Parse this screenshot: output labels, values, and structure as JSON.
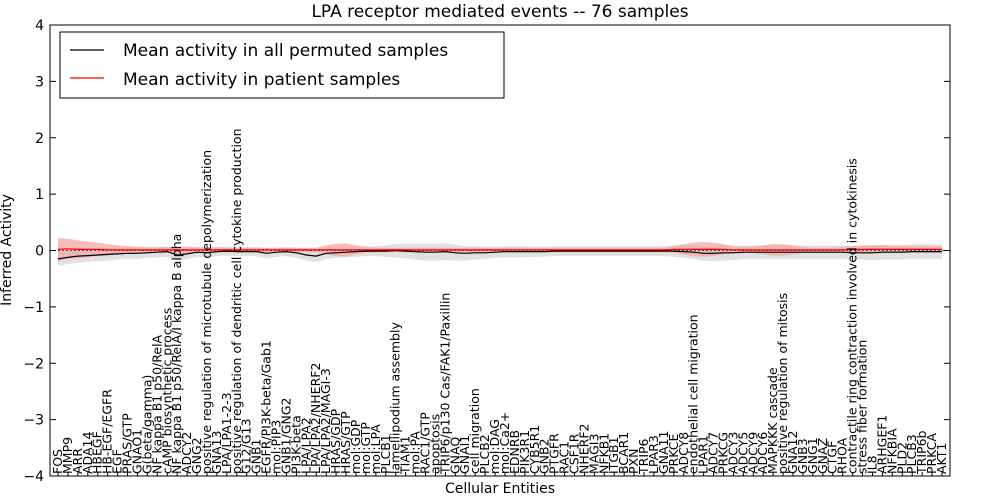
{
  "chart_data": {
    "type": "line",
    "title": "LPA receptor mediated events -- 76 samples",
    "xlabel": "Cellular Entities",
    "ylabel": "Inferred Activity",
    "ylim": [
      -4,
      4
    ],
    "yticks": [
      "−4",
      "−3",
      "−2",
      "−1",
      "0",
      "1",
      "2",
      "3",
      "4"
    ],
    "ytick_values": [
      -4,
      -3,
      -2,
      -1,
      0,
      1,
      2,
      3,
      4
    ],
    "grid": false,
    "legend_position": "top-left",
    "x": [
      "FOS",
      "MMP9",
      "ARR",
      "ADA14",
      "HBEGF",
      "HB-EGF/EGFR",
      "EGF",
      "PRAS/GTP",
      "GNAO1",
      "G(beta/gamma)",
      "NF kappa B1 p50/RelA",
      "cAMP biosynthetic process",
      "NF kappa B1 p50/RelA/I kappa B alpha",
      "ADCY2",
      "GNG2",
      "positive regulation of microtubule depolymerization",
      "GNA13",
      "LPA/LPA1-2-3",
      "positive regulation of dendritic cell cytokine production",
      "G12/G13",
      "GNB1",
      "EGFR/PI3K-beta/Gab1",
      "mol:PIP3",
      "GNB1/GNG2",
      "PI3K-beta",
      "LPA/LPA2",
      "LPA/LPA2/NHERF2",
      "LPA/LPA2/MAGI-3",
      "HRAS/GDP",
      "HRAS/GTP",
      "mol:GDP",
      "mol:GTP",
      "mol:LPA",
      "PLCB1",
      "lamellipodium assembly",
      "TIAM1",
      "mol:PA",
      "RAC1/GTP",
      "apoptosis",
      "TRIP6/p130 Cas/FAK1/Paxillin",
      "GNAQ",
      "GNAI1",
      "cell migration",
      "PLCB2",
      "mol:DAG",
      "mol:Ca2+",
      "EDNRB",
      "PIK3R1",
      "CYB5R1",
      "GNB2",
      "PTGFR",
      "RAC1",
      "CSF1R",
      "NHERF2",
      "MAGI3",
      "NFKB1",
      "ITGB1",
      "BCAR1",
      "PXN",
      "TRIP6",
      "LPAR3",
      "GNA11",
      "PRKCE",
      "ADCY8",
      "endothelial cell migration",
      "LPAR1",
      "ADCY7",
      "PRKCG",
      "ADCY3",
      "ADCY5",
      "ADCY9",
      "ADCY6",
      "MAPKKK cascade",
      "positive regulation of mitosis",
      "GNA12",
      "GNB3",
      "GNG1",
      "GNAZ",
      "CTGF",
      "RHOA",
      "contractile ring contraction involved in cytokinesis",
      "stress fiber formation",
      "IL8",
      "ARHGEF1",
      "NFKBIA",
      "PLD2",
      "PLCB3",
      "TRIP6b",
      "PRKCA",
      "AKT1"
    ],
    "series": [
      {
        "name": "Mean activity in all permuted samples",
        "color": "#000000",
        "values": [
          -0.15,
          -0.12,
          -0.1,
          -0.09,
          -0.08,
          -0.07,
          -0.06,
          -0.05,
          -0.05,
          -0.04,
          -0.03,
          -0.02,
          -0.08,
          -0.06,
          -0.03,
          -0.04,
          -0.02,
          -0.01,
          -0.02,
          -0.02,
          -0.02,
          -0.05,
          -0.03,
          -0.02,
          -0.04,
          -0.08,
          -0.1,
          -0.05,
          -0.04,
          -0.03,
          -0.02,
          -0.01,
          -0.01,
          -0.01,
          0.0,
          -0.01,
          -0.02,
          -0.03,
          -0.03,
          -0.02,
          -0.04,
          -0.05,
          -0.04,
          -0.04,
          -0.03,
          -0.02,
          -0.02,
          -0.02,
          -0.02,
          -0.02,
          -0.01,
          -0.01,
          -0.01,
          -0.01,
          -0.01,
          -0.01,
          -0.01,
          -0.01,
          -0.01,
          -0.01,
          -0.01,
          -0.01,
          -0.01,
          -0.02,
          -0.03,
          -0.05,
          -0.05,
          -0.04,
          -0.04,
          -0.03,
          -0.03,
          -0.03,
          -0.03,
          -0.03,
          -0.03,
          -0.03,
          -0.03,
          -0.03,
          -0.03,
          -0.03,
          -0.04,
          -0.04,
          -0.04,
          -0.03,
          -0.03,
          -0.03,
          -0.02,
          -0.02,
          -0.02,
          -0.02
        ],
        "band": [
          0.12,
          0.12,
          0.12,
          0.11,
          0.11,
          0.11,
          0.1,
          0.1,
          0.1,
          0.09,
          0.09,
          0.09,
          0.1,
          0.1,
          0.08,
          0.09,
          0.08,
          0.08,
          0.08,
          0.08,
          0.08,
          0.09,
          0.08,
          0.08,
          0.09,
          0.1,
          0.11,
          0.1,
          0.09,
          0.09,
          0.09,
          0.09,
          0.09,
          0.1,
          0.12,
          0.13,
          0.14,
          0.15,
          0.15,
          0.15,
          0.14,
          0.13,
          0.12,
          0.11,
          0.1,
          0.1,
          0.1,
          0.1,
          0.09,
          0.09,
          0.09,
          0.09,
          0.09,
          0.09,
          0.09,
          0.09,
          0.09,
          0.09,
          0.09,
          0.09,
          0.09,
          0.09,
          0.1,
          0.11,
          0.12,
          0.13,
          0.14,
          0.14,
          0.13,
          0.12,
          0.12,
          0.12,
          0.12,
          0.12,
          0.12,
          0.12,
          0.12,
          0.12,
          0.12,
          0.12,
          0.12,
          0.12,
          0.13,
          0.13,
          0.13,
          0.13,
          0.13,
          0.13,
          0.13,
          0.13
        ]
      },
      {
        "name": "Mean activity in patient samples",
        "color": "#ff0000",
        "values": [
          0.02,
          0.03,
          0.02,
          0.02,
          0.02,
          0.01,
          0.01,
          0.01,
          0.01,
          0.01,
          0.01,
          0.01,
          0.01,
          0.01,
          0.01,
          0.01,
          0.01,
          0.01,
          0.01,
          0.01,
          0.01,
          0.01,
          0.01,
          0.01,
          0.01,
          0.01,
          0.01,
          0.01,
          0.01,
          0.01,
          0.01,
          0.01,
          0.01,
          0.01,
          0.01,
          0.01,
          0.01,
          0.01,
          0.01,
          0.01,
          0.01,
          0.01,
          0.01,
          0.01,
          0.01,
          0.01,
          0.01,
          0.01,
          0.01,
          0.01,
          0.01,
          0.01,
          0.01,
          0.01,
          0.01,
          0.01,
          0.01,
          0.01,
          0.01,
          0.01,
          0.01,
          0.01,
          0.02,
          0.02,
          0.02,
          0.02,
          0.02,
          0.02,
          0.01,
          0.01,
          0.01,
          0.01,
          0.01,
          0.01,
          0.01,
          0.01,
          0.01,
          0.01,
          0.01,
          0.01,
          0.02,
          0.02,
          0.02,
          0.02,
          0.02,
          0.02,
          0.02,
          0.02,
          0.02,
          0.02
        ],
        "band": [
          0.2,
          0.18,
          0.16,
          0.14,
          0.12,
          0.1,
          0.08,
          0.07,
          0.06,
          0.05,
          0.05,
          0.05,
          0.06,
          0.06,
          0.05,
          0.05,
          0.05,
          0.04,
          0.04,
          0.04,
          0.04,
          0.04,
          0.04,
          0.04,
          0.04,
          0.04,
          0.04,
          0.08,
          0.11,
          0.12,
          0.08,
          0.05,
          0.04,
          0.04,
          0.04,
          0.04,
          0.04,
          0.04,
          0.04,
          0.04,
          0.04,
          0.04,
          0.04,
          0.04,
          0.04,
          0.04,
          0.04,
          0.04,
          0.04,
          0.04,
          0.04,
          0.04,
          0.04,
          0.04,
          0.04,
          0.04,
          0.04,
          0.04,
          0.04,
          0.04,
          0.04,
          0.04,
          0.06,
          0.09,
          0.12,
          0.13,
          0.12,
          0.09,
          0.06,
          0.05,
          0.06,
          0.08,
          0.1,
          0.1,
          0.08,
          0.05,
          0.04,
          0.04,
          0.04,
          0.05,
          0.06,
          0.07,
          0.07,
          0.07,
          0.06,
          0.06,
          0.06,
          0.06,
          0.06,
          0.06
        ]
      }
    ],
    "baseline": 0,
    "colors": {
      "permuted_band": "#d9d9d9",
      "patient_band": "#f4a6a6",
      "baseline": "#555555"
    }
  }
}
